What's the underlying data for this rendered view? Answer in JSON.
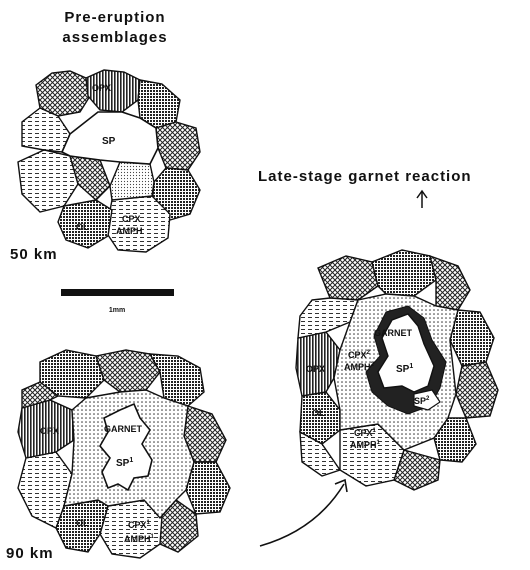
{
  "header": {
    "line1": "Pre-eruption",
    "line2": "assemblages"
  },
  "late_stage_label": "Late-stage garnet reaction",
  "depths": {
    "shallow": "50 km",
    "deep": "90 km"
  },
  "scale_bar": {
    "label": "1mm"
  },
  "minerals": {
    "opx": "OPX",
    "sp": "SP",
    "ol": "OL",
    "cpx": "CPX",
    "amph": "AMPH",
    "garnet": "GARNET",
    "sp1": "SP",
    "sp1_sup": "1",
    "sp2": "SP",
    "sp2_sup": "2",
    "cpx1": "CPX",
    "cpx1_sup": "1",
    "amph1": "AMPH",
    "amph1_sup": "1",
    "cpx2": "CPX",
    "cpx2_sup": "2",
    "amph2": "AMPH",
    "amph2_sup": "2"
  },
  "colors": {
    "ink": "#111111",
    "paper": "#ffffff"
  }
}
